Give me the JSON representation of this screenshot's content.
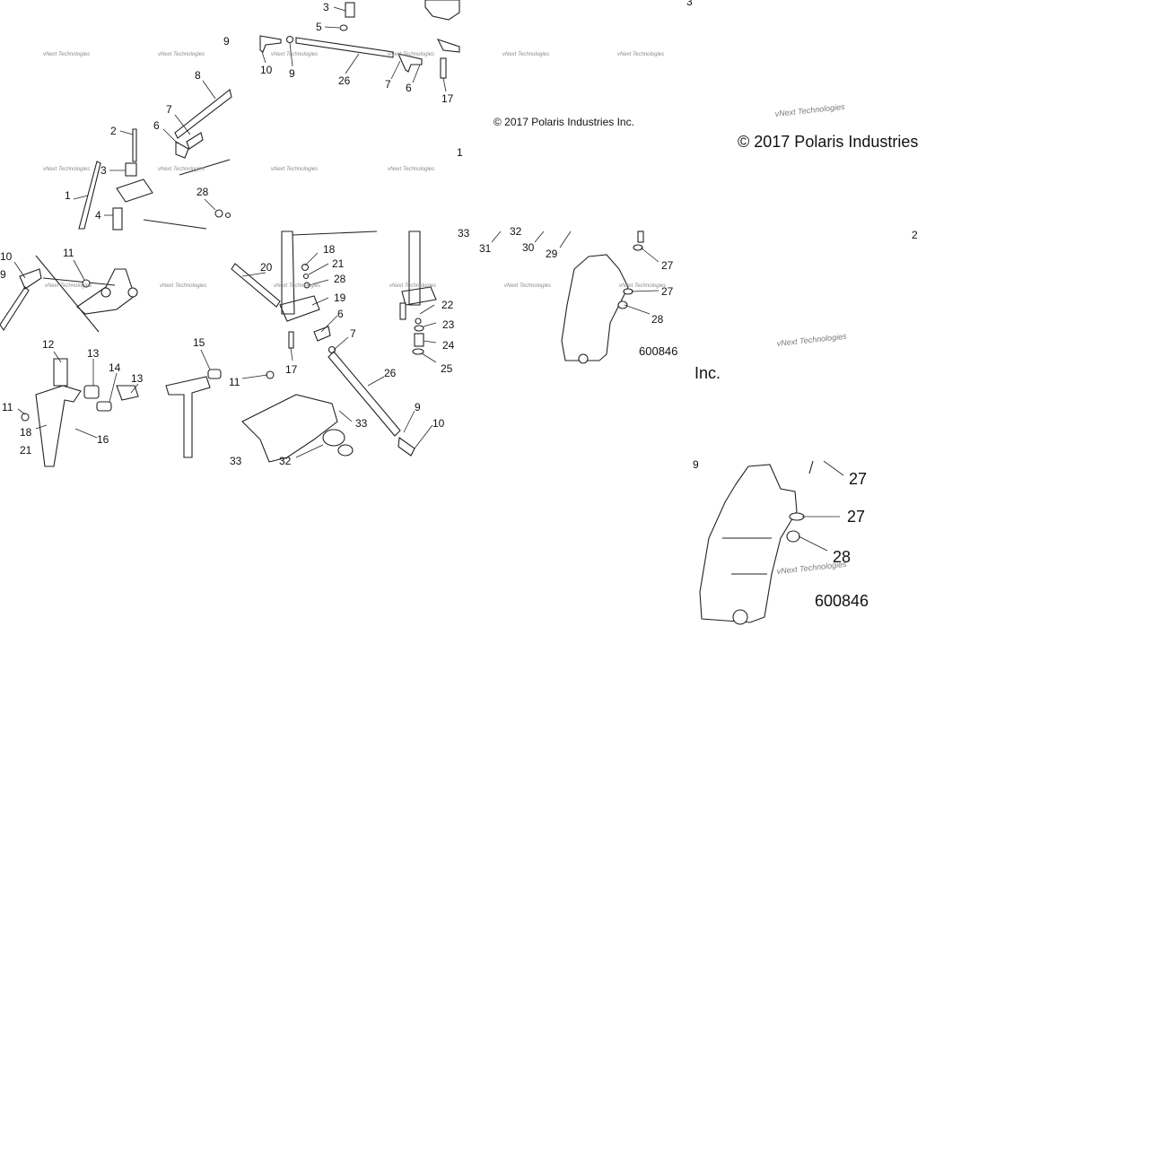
{
  "diagram": {
    "copyright_small": "© 2017 Polaris Industries Inc.",
    "copyright_large": "© 2017 Polaris Industries",
    "copyright_large_tail": "Inc.",
    "figure_number_small": "600846",
    "figure_number_large": "600846",
    "watermark": "vNext Technologies",
    "callouts_tile1": [
      "3",
      "5",
      "9",
      "10",
      "9",
      "26",
      "7",
      "6",
      "17",
      "8",
      "7",
      "6",
      "2",
      "3",
      "1",
      "4",
      "28",
      "1",
      "3"
    ],
    "callouts_tile2": [
      "10",
      "9",
      "11",
      "12",
      "13",
      "14",
      "13",
      "15",
      "11",
      "18",
      "16",
      "21",
      "20",
      "18",
      "21",
      "28",
      "19",
      "6",
      "7",
      "11",
      "17",
      "26",
      "9",
      "10",
      "33",
      "32",
      "33",
      "22",
      "23",
      "24",
      "25"
    ],
    "callouts_tile3": [
      "33",
      "32",
      "31",
      "30",
      "29",
      "27",
      "27",
      "28"
    ],
    "callouts_large": [
      "27",
      "27",
      "28",
      "9",
      "2"
    ]
  }
}
